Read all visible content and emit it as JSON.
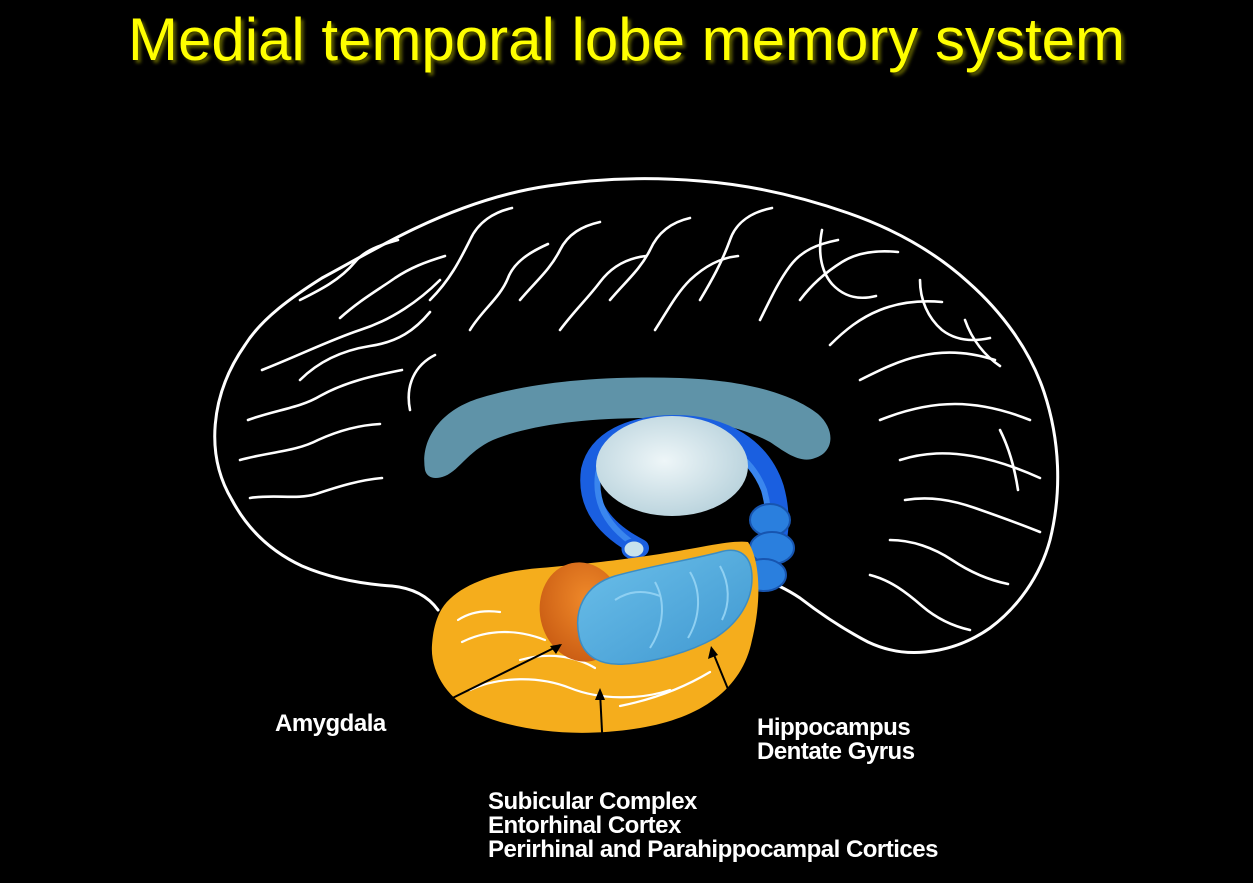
{
  "title": "Medial temporal lobe memory system",
  "labels": {
    "amygdala": "Amygdala",
    "hippocampus": [
      "Hippocampus",
      "Dentate Gyrus"
    ],
    "cortices": [
      "Subicular Complex",
      "Entorhinal Cortex",
      "Perirhinal and Parahippocampal Cortices"
    ]
  },
  "colors": {
    "background": "#000000",
    "title": "#ffff00",
    "brain_outline": "#ffffff",
    "corpus_callosum": "#5f93a8",
    "thalamus": "#d4e6ec",
    "fornix": "#1a5fe0",
    "parahippocampal_region": "#f5ad1c",
    "amygdala": "#e0701a",
    "hippocampus": "#5ab0e0"
  }
}
